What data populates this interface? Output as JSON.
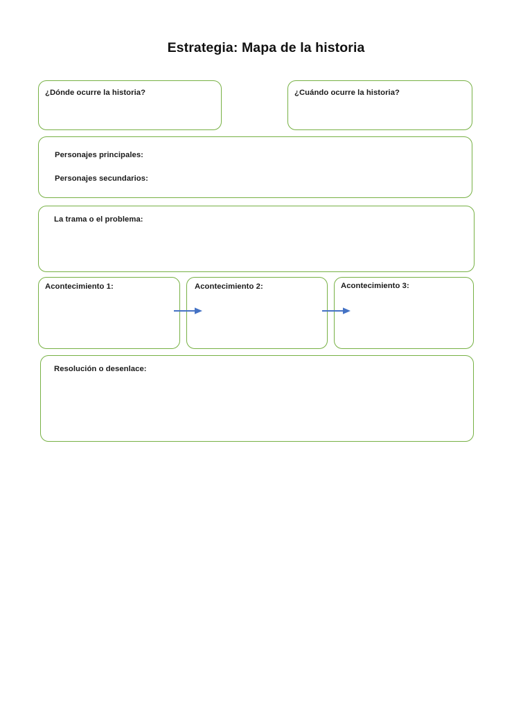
{
  "document": {
    "title": "Estrategia: Mapa de la historia",
    "language": "es",
    "page_background": "#ffffff"
  },
  "theme": {
    "box_border_color": "#76b043",
    "arrow_color": "#4472c4",
    "text_color": "#1a1a1a"
  },
  "boxes": {
    "where": {
      "label": "¿Dónde ocurre la historia?",
      "value": ""
    },
    "when": {
      "label": "¿Cuándo ocurre la historia?",
      "value": ""
    },
    "characters": {
      "main_label": "Personajes principales:",
      "secondary_label": "Personajes secundarios:",
      "main_value": "",
      "secondary_value": ""
    },
    "plot": {
      "label": "La trama o el problema:",
      "value": ""
    },
    "events": [
      {
        "label": "Acontecimiento 1:",
        "value": ""
      },
      {
        "label": "Acontecimiento 2:",
        "value": ""
      },
      {
        "label": "Acontecimiento 3:",
        "value": ""
      }
    ],
    "resolution": {
      "label": "Resolución o desenlace:",
      "value": ""
    }
  },
  "connectors": [
    {
      "name": "arrow-event-1-to-2",
      "icon": "arrow-right-icon"
    },
    {
      "name": "arrow-event-2-to-3",
      "icon": "arrow-right-icon"
    }
  ]
}
